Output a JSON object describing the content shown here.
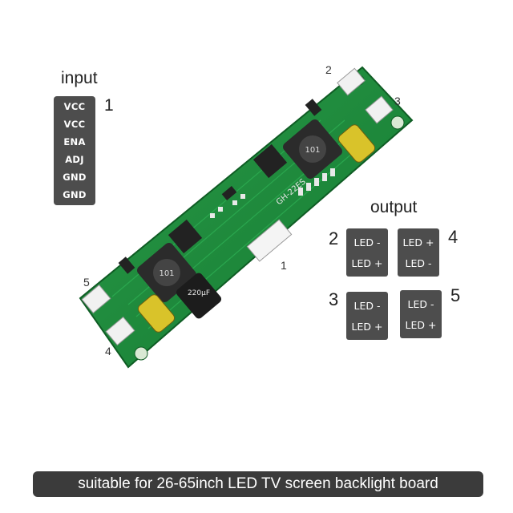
{
  "input": {
    "title": "input",
    "connector_number": "1",
    "pins": [
      "VCC",
      "VCC",
      "ENA",
      "ADJ",
      "GND",
      "GND"
    ]
  },
  "output": {
    "title": "output",
    "connectors": [
      {
        "number": "2",
        "pins": [
          "LED -",
          "LED +"
        ]
      },
      {
        "number": "4",
        "pins": [
          "LED +",
          "LED -"
        ]
      },
      {
        "number": "3",
        "pins": [
          "LED -",
          "LED +"
        ]
      },
      {
        "number": "5",
        "pins": [
          "LED -",
          "LED +"
        ]
      }
    ]
  },
  "board": {
    "connector_labels": [
      "2",
      "3",
      "1",
      "5",
      "4"
    ],
    "silkscreen": [
      "101",
      "101",
      "220µF",
      "GH-22ES"
    ]
  },
  "caption": "suitable for 26-65inch LED TV screen backlight board",
  "colors": {
    "pcb": "#1e8a3c",
    "pcb_dark": "#166b2d",
    "label_bg": "#4d4d4d",
    "caption_bg": "#3b3b3b"
  }
}
